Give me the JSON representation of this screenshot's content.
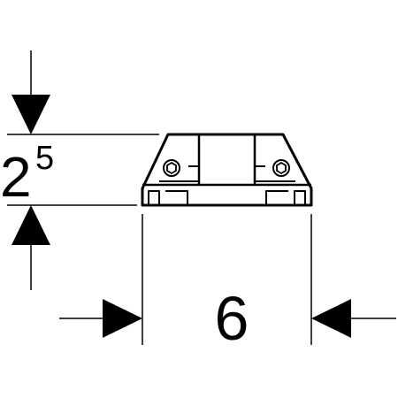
{
  "dimensions": {
    "height_main": "2",
    "height_sup": "5",
    "width": "6"
  },
  "colors": {
    "line": "#000000",
    "background": "#ffffff"
  }
}
